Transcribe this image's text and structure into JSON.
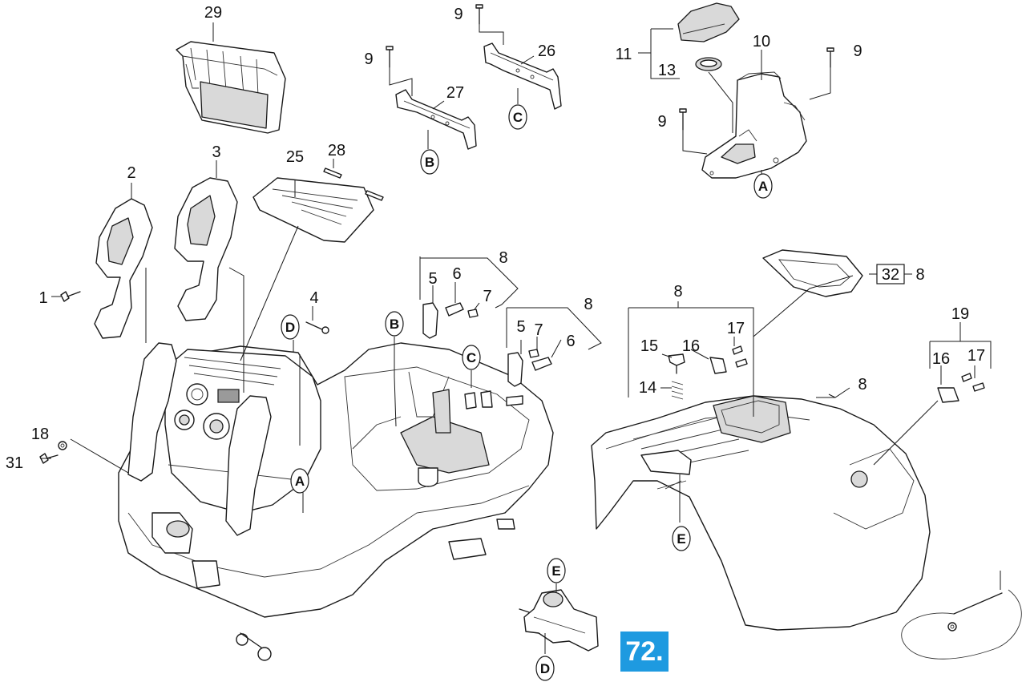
{
  "badge": "72.",
  "labels": [
    "29",
    "9",
    "26",
    "11",
    "13",
    "10",
    "9",
    "9",
    "27",
    "9",
    "28",
    "2",
    "3",
    "25",
    "8",
    "5",
    "6",
    "7",
    "1",
    "4",
    "8",
    "5",
    "7",
    "6",
    "32",
    "8",
    "8",
    "15",
    "16",
    "17",
    "14",
    "8",
    "16",
    "17",
    "19",
    "18",
    "31"
  ],
  "refs": [
    "B",
    "C",
    "A",
    "D",
    "B",
    "C",
    "A",
    "E",
    "E",
    "D"
  ]
}
